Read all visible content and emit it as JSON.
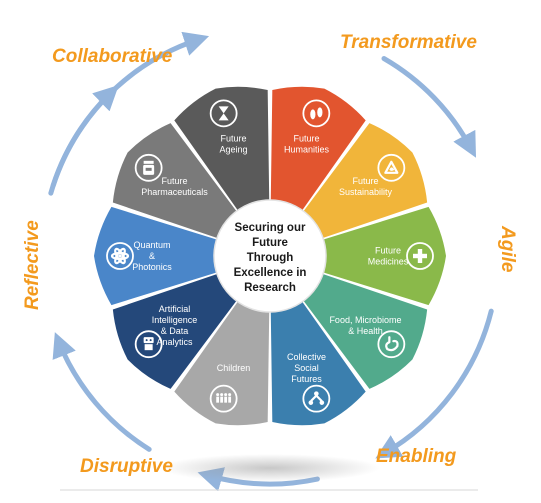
{
  "center": {
    "lines": [
      "Securing our",
      "Future",
      "Through",
      "Excellence in",
      "Research"
    ]
  },
  "segments": [
    {
      "id": "humanities",
      "lines": [
        "Future",
        "Humanities"
      ],
      "color": "#e2552f",
      "icon": "footprints-icon"
    },
    {
      "id": "sustainability",
      "lines": [
        "Future",
        "Sustainability"
      ],
      "color": "#f1b53a",
      "icon": "recycle-leaf-icon"
    },
    {
      "id": "medicines",
      "lines": [
        "Future",
        "Medicines"
      ],
      "color": "#8ab94a",
      "icon": "medical-cross-icon"
    },
    {
      "id": "food",
      "lines": [
        "Food, Microbiome",
        "& Health"
      ],
      "color": "#52aa8c",
      "icon": "stomach-icon"
    },
    {
      "id": "social",
      "lines": [
        "Collective",
        "Social",
        "Futures"
      ],
      "color": "#3b7fae",
      "icon": "people-network-icon"
    },
    {
      "id": "children",
      "lines": [
        "Children"
      ],
      "color": "#a8a8a8",
      "icon": "children-group-icon"
    },
    {
      "id": "ai",
      "lines": [
        "Artificial",
        "Intelligence",
        "& Data",
        "Analytics"
      ],
      "color": "#24487a",
      "icon": "robot-icon"
    },
    {
      "id": "quantum",
      "lines": [
        "Quantum",
        "&",
        "Photonics"
      ],
      "color": "#4a86c9",
      "icon": "atom-icon"
    },
    {
      "id": "pharma",
      "lines": [
        "Future",
        "Pharmaceuticals"
      ],
      "color": "#7a7a7a",
      "icon": "pill-bottle-icon"
    },
    {
      "id": "ageing",
      "lines": [
        "Future",
        "Ageing"
      ],
      "color": "#5a5a5a",
      "icon": "hourglass-icon"
    }
  ],
  "ring_words": {
    "collaborative": "Collaborative",
    "transformative": "Transformative",
    "agile": "Agile",
    "enabling": "Enabling",
    "disruptive": "Disruptive",
    "reflective": "Reflective"
  },
  "colors": {
    "ring_word": "#f39a1e",
    "arrow": "#93b4dc",
    "center_fill": "#ffffff",
    "icon_fill": "#ffffff"
  }
}
